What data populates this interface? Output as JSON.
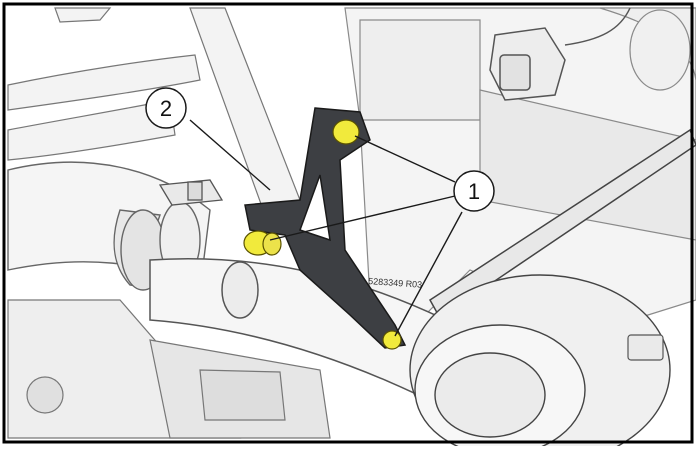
{
  "callouts": [
    {
      "id": "1",
      "label": "1"
    },
    {
      "id": "2",
      "label": "2"
    }
  ],
  "part_number_text": "5283349 R03",
  "colors": {
    "bracket": "#3d3f43",
    "bolt": "#f1ea3c",
    "line": "#1a1a1a",
    "component_fill": "#f2f2f2"
  }
}
